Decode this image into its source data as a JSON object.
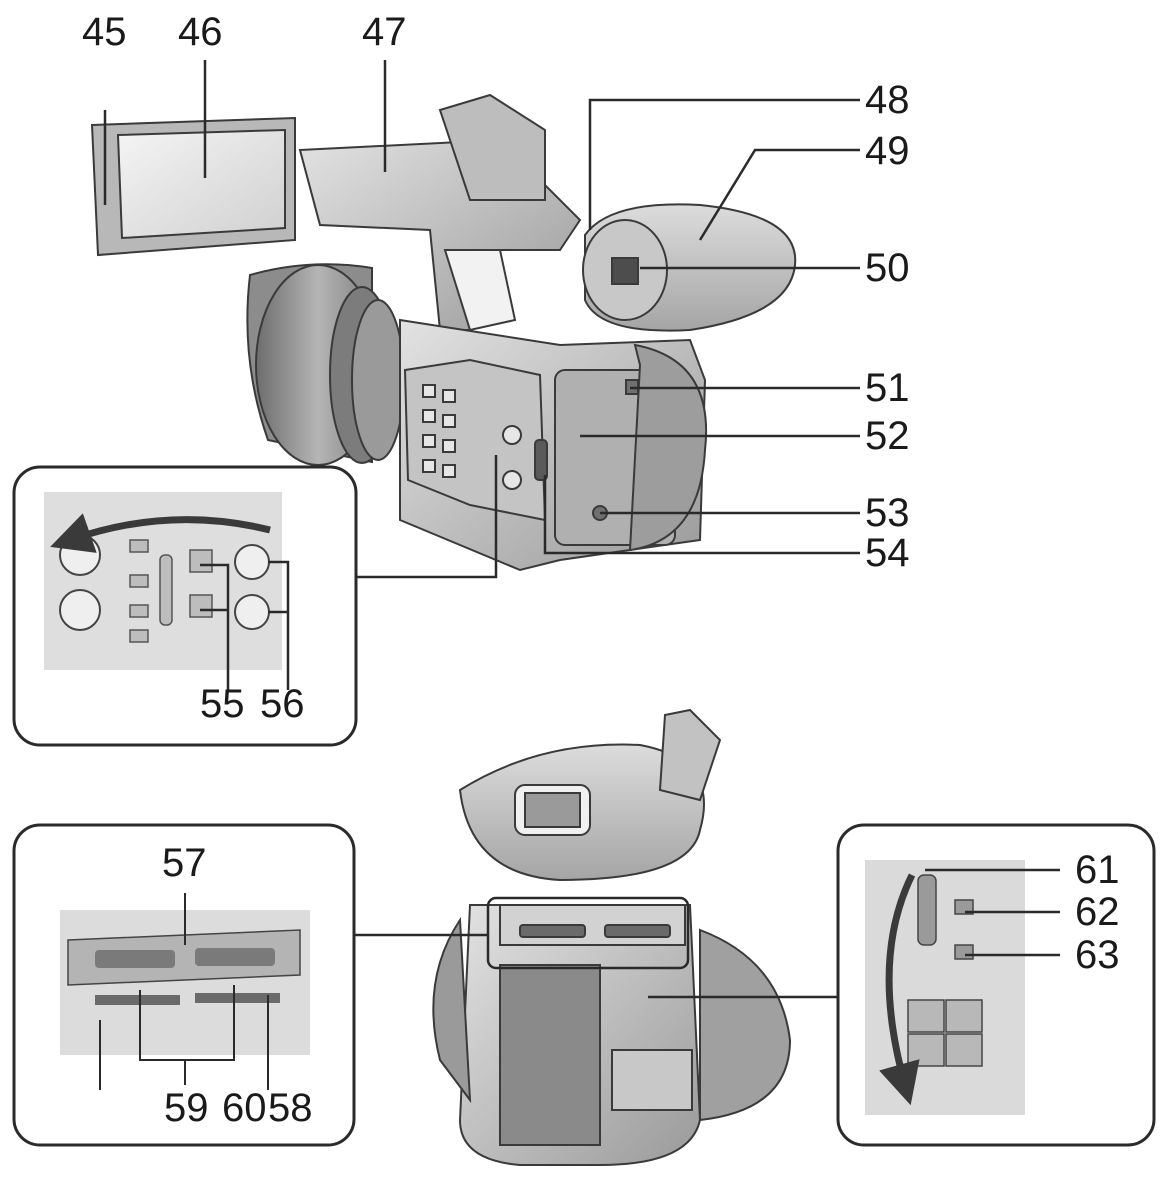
{
  "callouts": {
    "c45": "45",
    "c46": "46",
    "c47": "47",
    "c48": "48",
    "c49": "49",
    "c50": "50",
    "c51": "51",
    "c52": "52",
    "c53": "53",
    "c54": "54",
    "c55": "55",
    "c56": "56",
    "c57": "57",
    "c58": "58",
    "c59": "59",
    "c60": "60",
    "c61": "61",
    "c62": "62",
    "c63": "63"
  },
  "colors": {
    "ink": "#1a1a1a",
    "body_light": "#d4d4d4",
    "body_mid": "#a9a9a9",
    "body_dark": "#6a6a6a",
    "screen": "#e8e8e8",
    "inset_bg": "#ffffff"
  }
}
